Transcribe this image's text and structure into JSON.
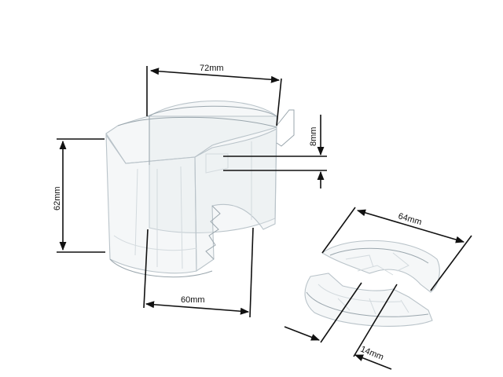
{
  "dimensions": {
    "top_width": "72mm",
    "height": "62mm",
    "bottom_width": "60mm",
    "notch": "8mm",
    "disc_width": "64mm",
    "slot_width": "14mm"
  }
}
